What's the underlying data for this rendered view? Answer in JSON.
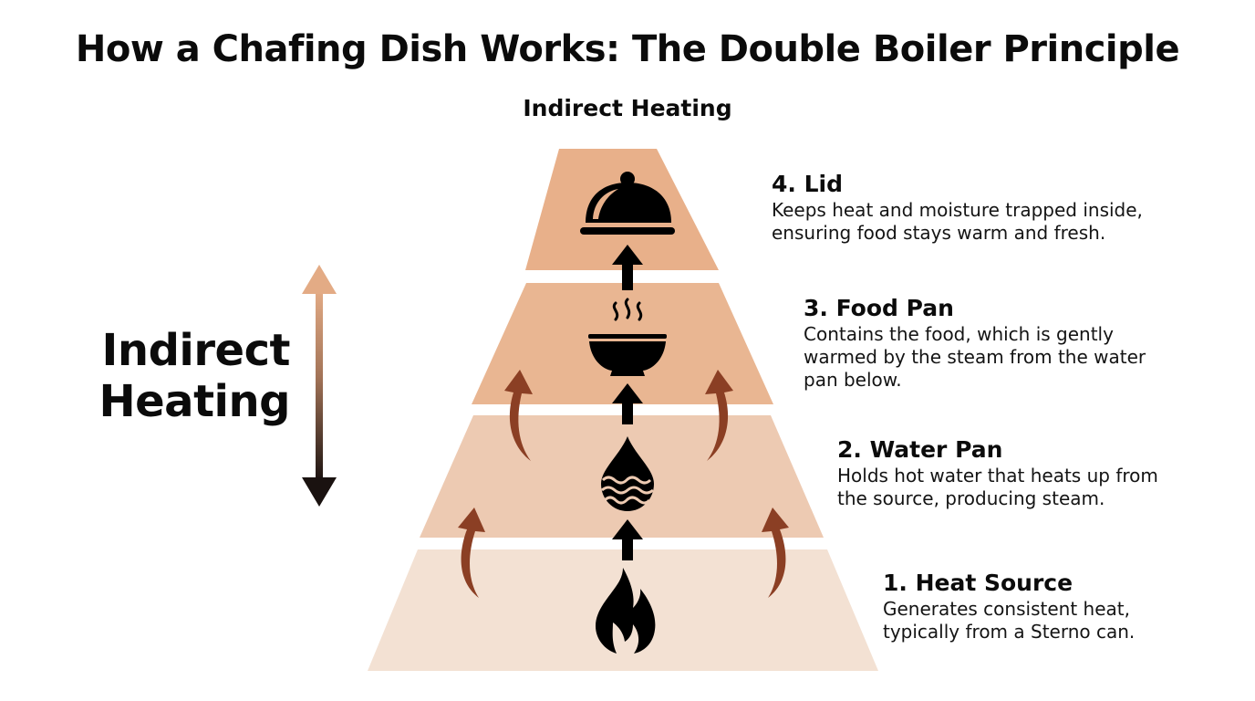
{
  "header": {
    "title": "How a Chafing Dish Works: The Double Boiler Principle",
    "subtitle": "Indirect Heating"
  },
  "side_indicator": {
    "line1": "Indirect",
    "line2": "Heating",
    "arrow": "double-vertical-arrow",
    "gradient_top_color": "#e3ab85",
    "gradient_bottom_color": "#1a1210"
  },
  "layers": [
    {
      "number": 4,
      "title": "4. Lid",
      "description_lines": [
        "Keeps heat and moisture trapped inside,",
        "ensuring food stays warm and fresh."
      ],
      "icon": "serving-cloche-icon",
      "color": "#e8b08a"
    },
    {
      "number": 3,
      "title": "3. Food Pan",
      "description_lines": [
        "Contains the food, which is gently",
        "warmed by the steam from the water",
        "pan below."
      ],
      "icon": "steaming-bowl-icon",
      "color": "#e9b692"
    },
    {
      "number": 2,
      "title": "2. Water Pan",
      "description_lines": [
        "Holds hot water that heats up from",
        "the source, producing steam."
      ],
      "icon": "water-drop-icon",
      "color": "#edcab2"
    },
    {
      "number": 1,
      "title": "1. Heat Source",
      "description_lines": [
        "Generates consistent heat,",
        "typically from a Sterno can."
      ],
      "icon": "flame-icon",
      "color": "#f3e1d3"
    }
  ],
  "colors": {
    "curved_arrow": "#8b3f24",
    "up_arrow": "#000000",
    "text": "#0b0b0b",
    "background": "#ffffff"
  }
}
